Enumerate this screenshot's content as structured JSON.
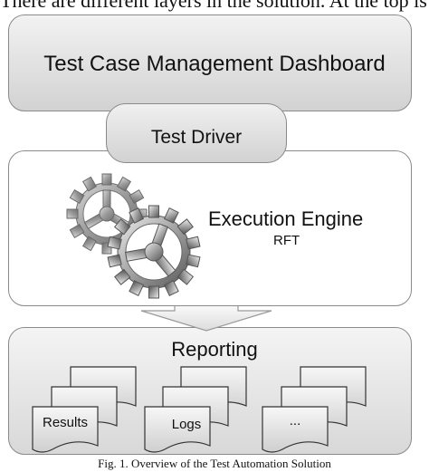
{
  "top_text": "There are different layers in the solution. At the top is te",
  "layers": {
    "dashboard": "Test Case Management Dashboard",
    "driver": "Test Driver",
    "engine": "Execution Engine",
    "engine_sub": "RFT",
    "reporting": "Reporting"
  },
  "documents": [
    "Results",
    "Logs",
    "..."
  ],
  "caption": "Fig. 1.   Overview of the Test Automation Solution"
}
